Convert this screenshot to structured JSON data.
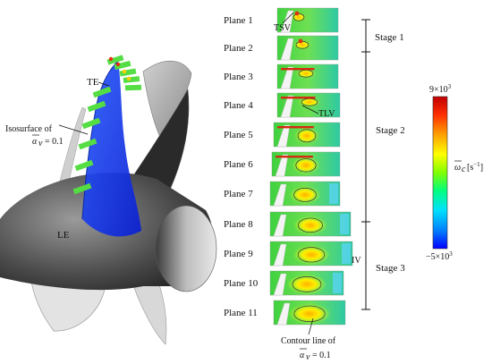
{
  "left_panel": {
    "te_label": "TE",
    "le_label": "LE",
    "isosurface_label": "Isosurface of",
    "isosurface_symbol": "α",
    "isosurface_sub": "v",
    "isosurface_eq": "= 0.1"
  },
  "planes": [
    {
      "label": "Plane 1"
    },
    {
      "label": "Plane 2"
    },
    {
      "label": "Plane 3"
    },
    {
      "label": "Plane 4"
    },
    {
      "label": "Plane 5"
    },
    {
      "label": "Plane 6"
    },
    {
      "label": "Plane 7"
    },
    {
      "label": "Plane 8"
    },
    {
      "label": "Plane 9"
    },
    {
      "label": "Plane 10"
    },
    {
      "label": "Plane 11"
    }
  ],
  "annotations": {
    "tsv": "TSV",
    "tlv": "TLV",
    "iv": "IV",
    "contour_line": "Contour line of",
    "contour_symbol": "α",
    "contour_sub": "v",
    "contour_eq": "= 0.1"
  },
  "stages": [
    {
      "label": "Stage 1"
    },
    {
      "label": "Stage 2"
    },
    {
      "label": "Stage 3"
    }
  ],
  "colorbar": {
    "max_label": "9×10",
    "max_exp": "3",
    "min_label": "−5×10",
    "min_exp": "3",
    "quantity_symbol": "ω",
    "quantity_sub": "c",
    "unit": "[s",
    "unit_exp": "−1",
    "unit_close": "]",
    "colors": [
      "#0000ff",
      "#0080ff",
      "#00e0ff",
      "#00ff80",
      "#80ff00",
      "#ffff00",
      "#ffa000",
      "#ff3000",
      "#c00000"
    ]
  }
}
